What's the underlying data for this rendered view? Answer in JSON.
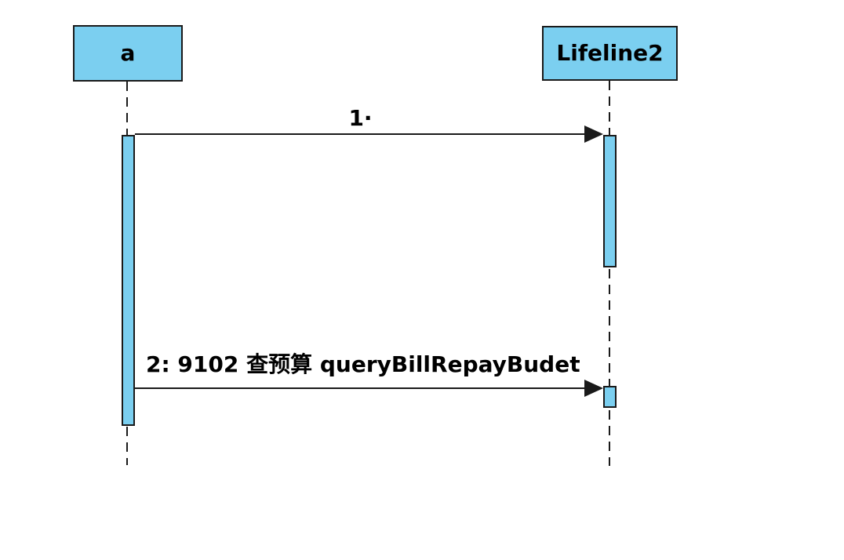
{
  "diagram": {
    "kind": "UML sequence diagram",
    "lifelines": [
      {
        "name": "a"
      },
      {
        "name": "Lifeline2"
      }
    ],
    "messages": [
      {
        "label": "1·",
        "from": "a",
        "to": "Lifeline2"
      },
      {
        "label": "2: 9102 查预算 queryBillRepayBudet",
        "from": "a",
        "to": "Lifeline2"
      }
    ],
    "colors": {
      "node_fill": "#7BCFF0",
      "stroke": "#1A1A1A",
      "background": "#FFFFFF",
      "text": "#000000"
    }
  }
}
